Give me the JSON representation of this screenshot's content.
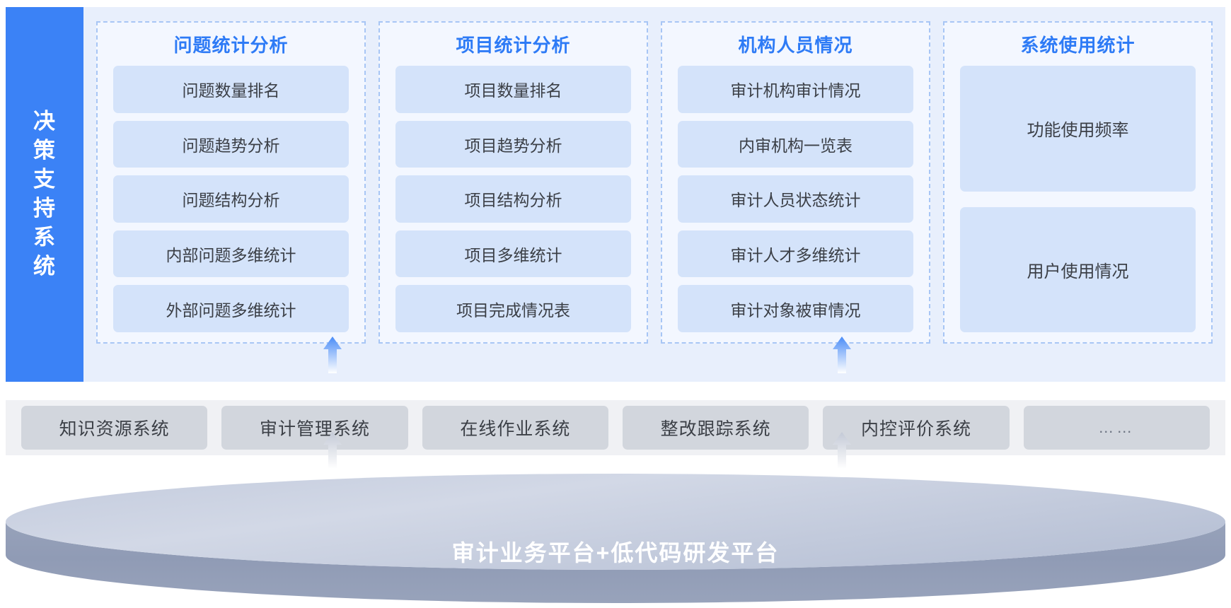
{
  "sidebar": {
    "label": "决策支持系统"
  },
  "panels": [
    {
      "title": "问题统计分析",
      "items": [
        "问题数量排名",
        "问题趋势分析",
        "问题结构分析",
        "内部问题多维统计",
        "外部问题多维统计"
      ]
    },
    {
      "title": "项目统计分析",
      "items": [
        "项目数量排名",
        "项目趋势分析",
        "项目结构分析",
        "项目多维统计",
        "项目完成情况表"
      ]
    },
    {
      "title": "机构人员情况",
      "items": [
        "审计机构审计情况",
        "内审机构一览表",
        "审计人员状态统计",
        "审计人才多维统计",
        "审计对象被审情况"
      ]
    },
    {
      "title": "系统使用统计",
      "items": [
        "功能使用频率",
        "用户使用情况"
      ]
    }
  ],
  "systems": [
    "知识资源系统",
    "审计管理系统",
    "在线作业系统",
    "整改跟踪系统",
    "内控评价系统",
    "……"
  ],
  "platform": {
    "label": "审计业务平台+低代码研发平台"
  },
  "colors": {
    "sidebar_blue": "#3b82f6",
    "panel_title_blue": "#2e7bf6",
    "panel_bg": "#f3f7ff",
    "panel_border": "#a8c6f5",
    "card_blue": "#d4e3fa",
    "top_area_bg": "#e8effc",
    "system_band_bg": "#f0f1f4",
    "system_box_gray": "#d2d6dd",
    "platform_top": "#ccd3e2",
    "platform_body": "#8f9ab4",
    "arrow_blue": "#4a8cf7",
    "arrow_gray": "#c3c9d6"
  }
}
